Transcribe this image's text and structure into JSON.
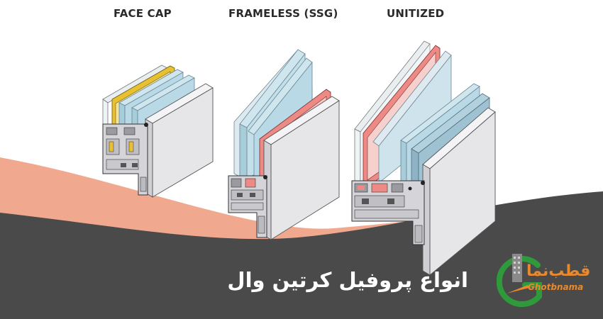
{
  "labels": {
    "face_cap": "FACE CAP",
    "frameless": "FRAMELESS (SSG)",
    "unitized": "UNITIZED"
  },
  "caption": "انواع پروفیل کرتین وال",
  "logo": {
    "text_fa": "قطب‌نما",
    "text_en": "Ghotbnama"
  },
  "colors": {
    "salmon_band": "#f0a98f",
    "dark_band": "#4a4a4a",
    "glass": "#b9d9e6",
    "gasket_yellow": "#e7c132",
    "gasket_red": "#ee8a85",
    "frame_panel": "#e6e6e9",
    "logo_orange": "#e8892e",
    "logo_green": "#2f9a3c"
  }
}
